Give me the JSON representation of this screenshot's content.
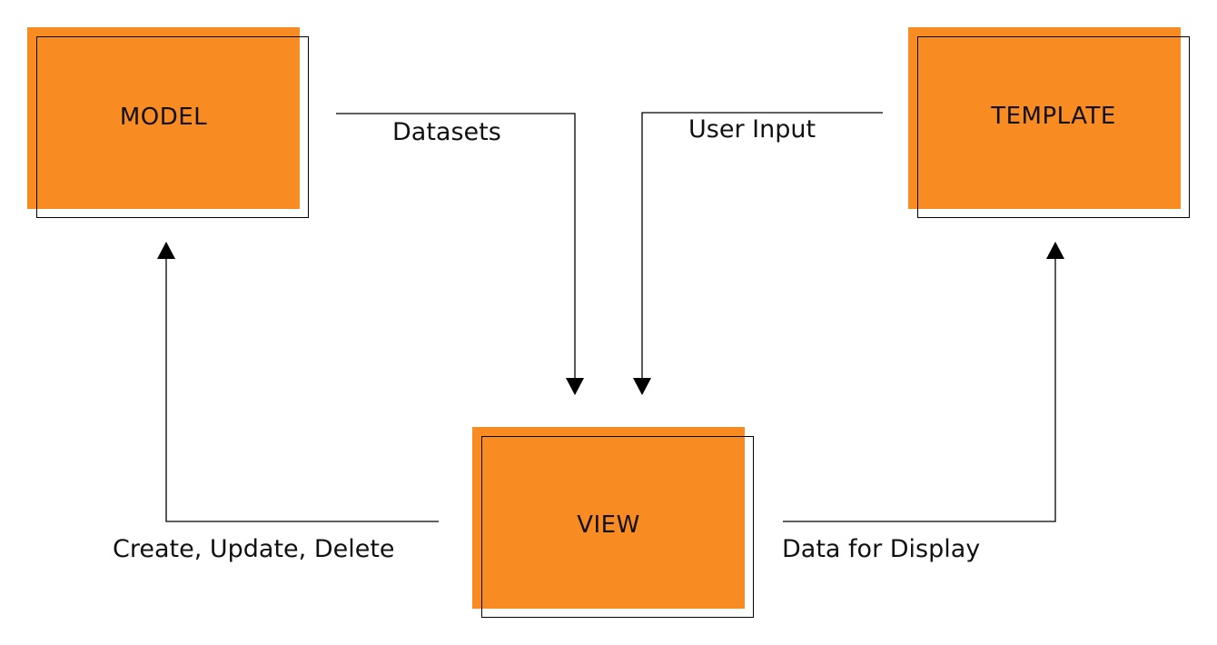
{
  "colors": {
    "box_fill": "#F88B22",
    "line": "#000000"
  },
  "nodes": {
    "model": "MODEL",
    "template": "TEMPLATE",
    "view": "VIEW"
  },
  "edges": {
    "datasets": "Datasets",
    "user_input": "User Input",
    "create_update_delete": "Create, Update, Delete",
    "data_for_display": "Data for Display"
  }
}
